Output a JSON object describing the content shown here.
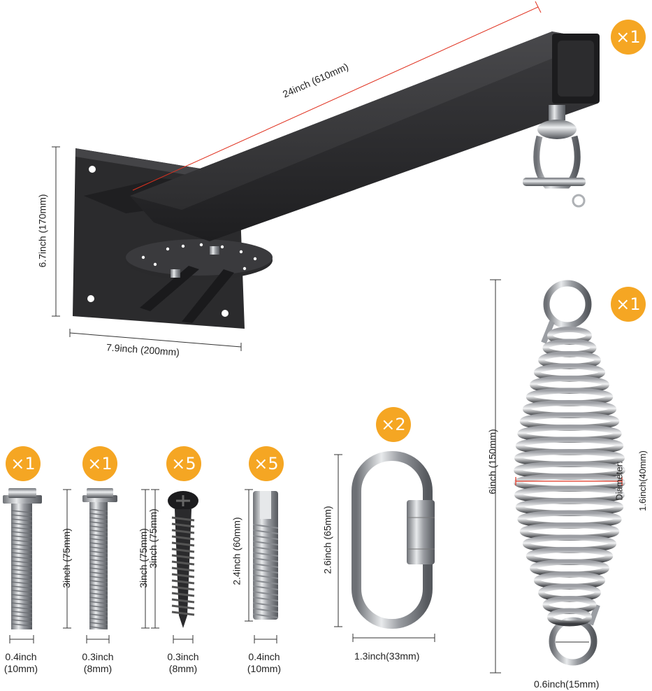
{
  "colors": {
    "badge": "#f5a623",
    "dimension_line": "#e0301e",
    "steel": "#3a3a3c",
    "metal": "#b9bcc0"
  },
  "bracket": {
    "badge": "×1",
    "length_label": "24inch (610mm)",
    "height_label": "6.7inch (170mm)",
    "width_label": "7.9inch (200mm)"
  },
  "spring": {
    "badge": "×1",
    "length_label": "6inch (150mm)",
    "diameter_label_1": "Diameter:",
    "diameter_label_2": "1.6inch(40mm)",
    "eye_label": "0.6inch(15mm)"
  },
  "quick_link": {
    "badge": "×2",
    "length_label": "2.6inch (65mm)",
    "width_label": "1.3inch(33mm)"
  },
  "hardware": [
    {
      "badge": "×1",
      "length_label": "3inch (75mm)",
      "width_line1": "0.4inch",
      "width_line2": "(10mm)"
    },
    {
      "badge": "×1",
      "length_label": "3inch (75mm)",
      "width_line1": "0.3inch",
      "width_line2": "(8mm)"
    },
    {
      "badge": "×5",
      "length_label": "3inch (75mm)",
      "width_line1": "0.3inch",
      "width_line2": "(8mm)"
    },
    {
      "badge": "×5",
      "length_label": "2.4inch (60mm)",
      "width_line1": "0.4inch",
      "width_line2": "(10mm)"
    }
  ]
}
